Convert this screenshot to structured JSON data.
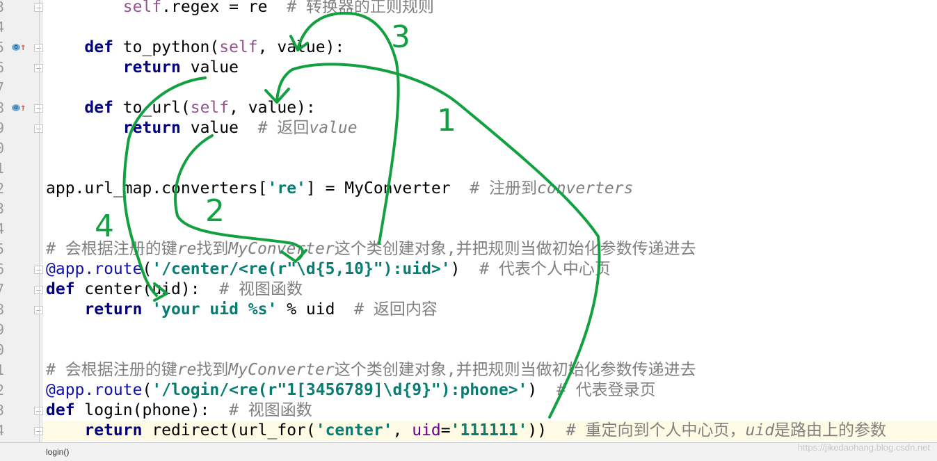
{
  "gutter": {
    "line_numbers": [
      "3",
      "4",
      "5",
      "6",
      "7",
      "8",
      "9",
      "0",
      "1",
      "2",
      "3",
      "4",
      "5",
      "6",
      "7",
      "8",
      "9",
      "0",
      "1",
      "2",
      "3",
      "4"
    ],
    "override_marker_icon": "override-method-icon"
  },
  "code_lines": [
    [
      [
        "        "
      ],
      [
        "self",
        "self"
      ],
      [
        ".regex = re  "
      ],
      [
        "# 转换器的正则规则",
        "cmn"
      ]
    ],
    [],
    [
      [
        "    "
      ],
      [
        "def ",
        "kw"
      ],
      [
        "to_python("
      ],
      [
        "self",
        "self"
      ],
      [
        ", value):"
      ]
    ],
    [
      [
        "        "
      ],
      [
        "return ",
        "kw"
      ],
      [
        "value"
      ]
    ],
    [],
    [
      [
        "    "
      ],
      [
        "def ",
        "kw"
      ],
      [
        "to_url("
      ],
      [
        "self",
        "self"
      ],
      [
        ", value):"
      ]
    ],
    [
      [
        "        "
      ],
      [
        "return ",
        "kw"
      ],
      [
        "value  "
      ],
      [
        "# 返回",
        "cmn"
      ],
      [
        "value",
        "cm"
      ]
    ],
    [],
    [],
    [
      [
        "app.url_map.converters["
      ],
      [
        "'re'",
        "str"
      ],
      [
        "] = MyConverter  "
      ],
      [
        "# 注册到",
        "cmn"
      ],
      [
        "converters",
        "cm"
      ]
    ],
    [],
    [],
    [
      [
        "# 会根据注册的键",
        "cmn"
      ],
      [
        "re",
        "cm"
      ],
      [
        "找到",
        "cmn"
      ],
      [
        "MyConverter",
        "cm"
      ],
      [
        "这个类创建对象,并把规则当做初始化参数传递进去",
        "cmn"
      ]
    ],
    [
      [
        "@app.route",
        "dec"
      ],
      [
        "("
      ],
      [
        "'/center/<re(r\"\\d{5,10}\"):uid>'",
        "str"
      ],
      [
        ")  "
      ],
      [
        "# 代表个人中心页",
        "cmn"
      ]
    ],
    [
      [
        "def ",
        "kw"
      ],
      [
        "center(uid):  "
      ],
      [
        "# 视图函数",
        "cmn"
      ]
    ],
    [
      [
        "    "
      ],
      [
        "return ",
        "kw"
      ],
      [
        "'your uid %s'",
        "str"
      ],
      [
        " % uid  "
      ],
      [
        "# 返回内容",
        "cmn"
      ]
    ],
    [],
    [],
    [
      [
        "# 会根据注册的键",
        "cmn"
      ],
      [
        "re",
        "cm"
      ],
      [
        "找到",
        "cmn"
      ],
      [
        "MyConverter",
        "cm"
      ],
      [
        "这个类创建对象,并把规则当做初始化参数传递进去",
        "cmn"
      ]
    ],
    [
      [
        "@app.route",
        "dec"
      ],
      [
        "("
      ],
      [
        "'/login/<re(r\"1[3456789]\\d{9}\"):phone>'",
        "str"
      ],
      [
        ")  "
      ],
      [
        "# 代表登录页",
        "cmn"
      ]
    ],
    [
      [
        "def ",
        "kw"
      ],
      [
        "login(phone):  "
      ],
      [
        "# 视图函数",
        "cmn"
      ]
    ],
    [
      [
        "    "
      ],
      [
        "return ",
        "kw"
      ],
      [
        "redirect(url_for("
      ],
      [
        "'center'",
        "str"
      ],
      [
        ", "
      ],
      [
        "uid",
        "par"
      ],
      [
        "="
      ],
      [
        "'111111'",
        "str"
      ],
      [
        "))  "
      ],
      [
        "# 重定向到个人中心页，",
        "cmn"
      ],
      [
        "uid",
        "cm"
      ],
      [
        "是路由上的参数",
        "cmn"
      ]
    ]
  ],
  "status_bar": {
    "breadcrumb": "login()"
  },
  "watermark": "https://jikedaohang.blog.csdn.net",
  "annotations": {
    "color": "#12a040",
    "labels": [
      "1",
      "2",
      "3",
      "4"
    ]
  },
  "colors": {
    "keyword": "#000080",
    "string": "#067d73",
    "comment": "#808080",
    "self": "#94558d",
    "current_line": "#fffae3"
  }
}
